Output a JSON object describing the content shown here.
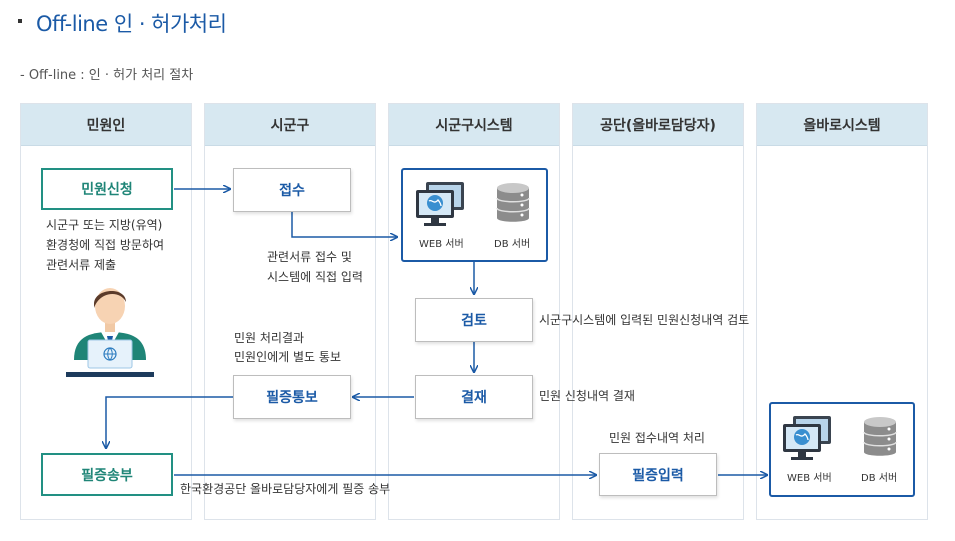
{
  "title": "Off-line 인 · 허가처리",
  "subtitle": "- Off-line : 인 · 허가 처리 절차",
  "lanes": [
    "민원인",
    "시군구",
    "시군구시스템",
    "공단(올바로담당자)",
    "올바로시스템"
  ],
  "boxes": {
    "apply": "민원신청",
    "receive": "접수",
    "review": "검토",
    "approve": "결재",
    "notice": "필증통보",
    "send": "필증송부",
    "input": "필증입력"
  },
  "systems": {
    "web": "WEB 서버",
    "db": "DB 서버"
  },
  "notes": {
    "visit_1": "시군구 또는 지방(유역)",
    "visit_2": "환경청에 직접 방문하여",
    "visit_3": "관련서류 제출",
    "receive_1": "관련서류 접수 및",
    "receive_2": "시스템에 직접 입력",
    "review": "시군구시스템에 입력된 민원신청내역 검토",
    "approve": "민원 신청내역 결재",
    "result_1": "민원 처리결과",
    "result_2": "민원인에게 별도 통보",
    "process": "민원 접수내역 처리",
    "send": "한국환경공단 올바로담당자에게 필증 송부"
  },
  "colors": {
    "accent": "#1b5aa6",
    "green": "#229083",
    "lane_header": "#d7e8f1"
  },
  "icons": [
    "monitor-globe-icon",
    "database-icon",
    "person-laptop-icon",
    "arrow-icon"
  ]
}
